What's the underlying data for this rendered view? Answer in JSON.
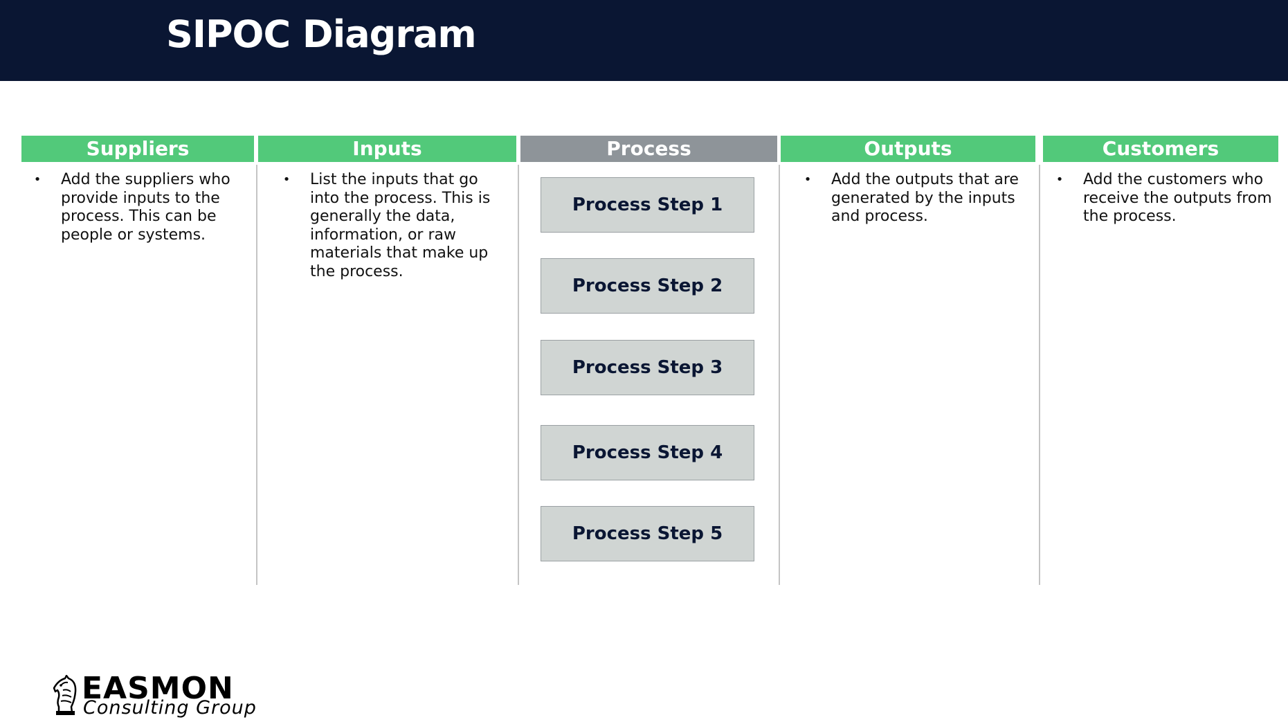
{
  "title": "SIPOC Diagram",
  "colors": {
    "header_bg": "#0a1633",
    "column_header_green": "#52c97a",
    "column_header_grey": "#8e9499",
    "step_box": "#d0d5d3",
    "step_text": "#0a1633"
  },
  "columns": {
    "suppliers": {
      "header": "Suppliers",
      "bullets": [
        "Add the suppliers who provide inputs to the process. This can be people or systems."
      ]
    },
    "inputs": {
      "header": "Inputs",
      "bullets": [
        "List the inputs that go into the process. This is generally the data, information, or raw materials that make up the process."
      ]
    },
    "process": {
      "header": "Process",
      "steps": [
        "Process Step 1",
        "Process Step 2",
        "Process Step 3",
        "Process Step 4",
        "Process Step 5"
      ]
    },
    "outputs": {
      "header": "Outputs",
      "bullets": [
        "Add the outputs that are generated by the inputs and process."
      ]
    },
    "customers": {
      "header": "Customers",
      "bullets": [
        "Add the customers who receive the outputs from the process."
      ]
    }
  },
  "logo": {
    "name": "EASMON",
    "tagline": "Consulting Group",
    "icon": "chess-knight-icon"
  }
}
